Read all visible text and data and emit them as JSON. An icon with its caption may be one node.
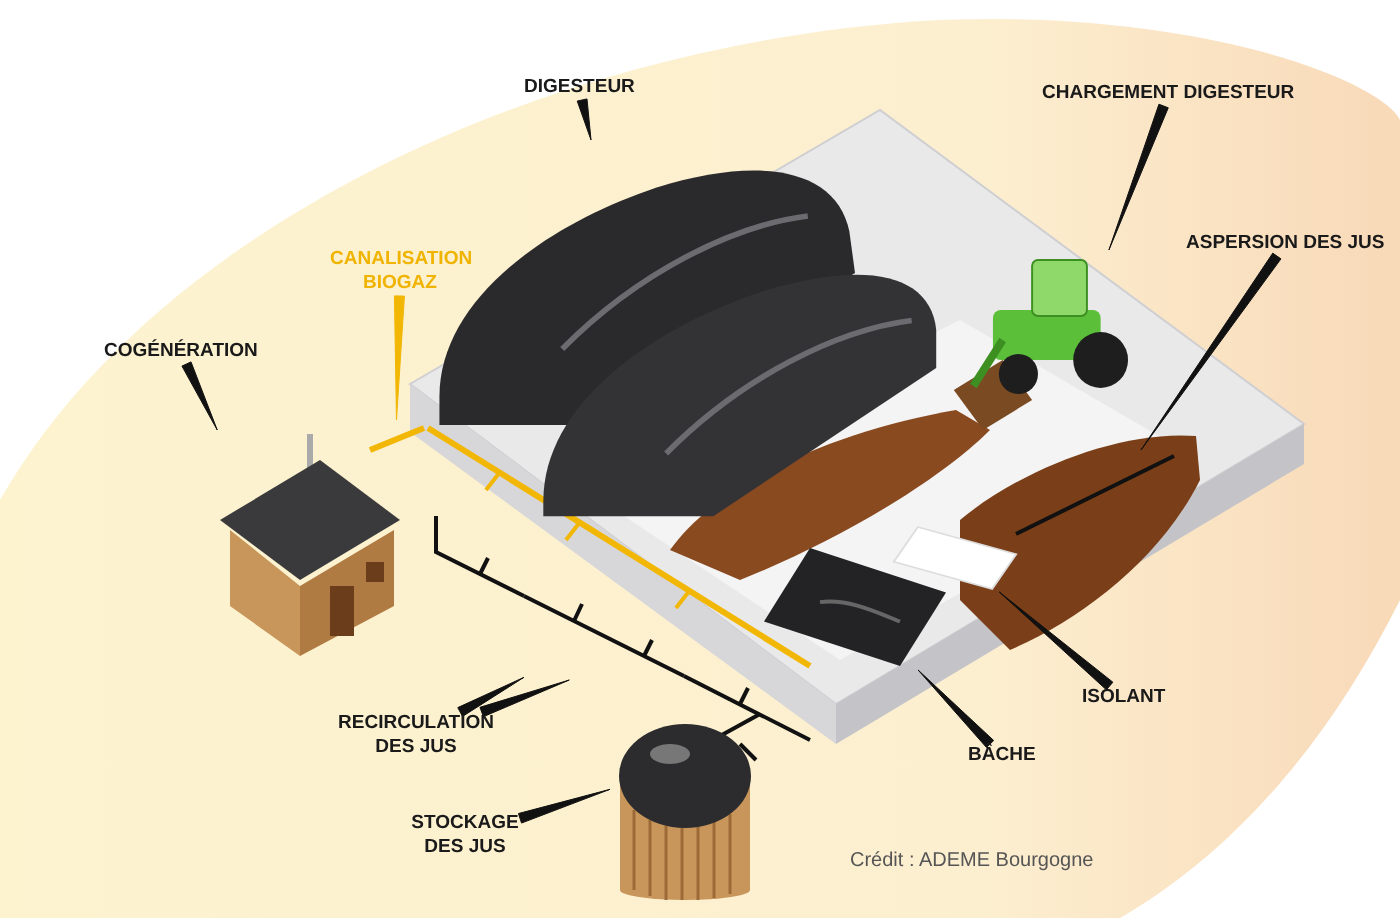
{
  "diagram": {
    "nodes": [
      {
        "text": [
          "DIGESTEUR"
        ]
      },
      {
        "text": [
          "CHARGEMENT DIGESTEUR"
        ]
      },
      {
        "text": [
          "CANALISATION BIOGAZ"
        ]
      },
      {
        "text": [
          "COGÉNÉRATION"
        ]
      },
      {
        "text": [
          "ASPERSION DES JUS"
        ]
      },
      {
        "text": [
          "RECIRCULATION DES JUS"
        ]
      },
      {
        "text": [
          "ISOLANT"
        ]
      },
      {
        "text": [
          "BÂCHE"
        ]
      },
      {
        "text": [
          "STOCKAGE DES JUS"
        ]
      },
      {
        "text": [],
        "shape": "picture"
      },
      {
        "text": [],
        "shape": "picture"
      },
      {
        "text": [],
        "shape": "picture"
      },
      {
        "text": [],
        "shape": "picture"
      },
      {
        "text": [],
        "shape": "picture"
      },
      {
        "text": [],
        "shape": "picture"
      },
      {
        "text": [],
        "shape": "picture"
      },
      {
        "text": [],
        "shape": "picture"
      },
      {
        "text": [],
        "shape": "picture"
      }
    ],
    "edges": [
      {
        "from": 0,
        "to": 9,
        "arrow": "none"
      },
      {
        "from": 1,
        "to": 10,
        "arrow": "none"
      },
      {
        "from": 2,
        "to": 11,
        "arrow": "none",
        "color": "#f2b705"
      },
      {
        "from": 3,
        "to": 12,
        "arrow": "none"
      },
      {
        "from": 4,
        "to": 13,
        "arrow": "none"
      },
      {
        "from": 5,
        "to": 14,
        "arrow": "none"
      },
      {
        "from": 5,
        "to": 14,
        "arrow": "none"
      },
      {
        "from": 6,
        "to": 15,
        "arrow": "none"
      },
      {
        "from": 7,
        "to": 16,
        "arrow": "none"
      },
      {
        "from": 8,
        "to": 17,
        "arrow": "none"
      }
    ],
    "labels": [
      "Crédit : ADEME Bourgogne"
    ]
  }
}
